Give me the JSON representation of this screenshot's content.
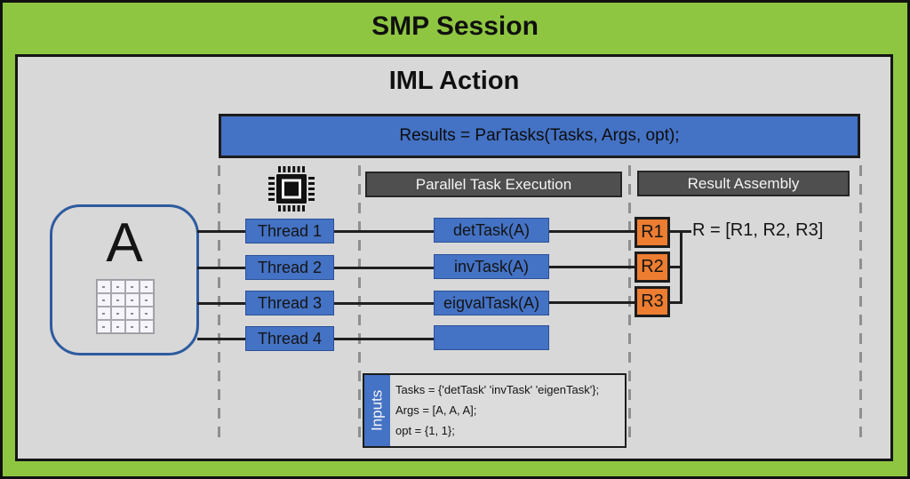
{
  "titles": {
    "session": "SMP Session",
    "action": "IML Action"
  },
  "results_bar": {
    "label": "Results = ParTasks(Tasks, Args, opt);"
  },
  "sections": {
    "parallel_label": "Parallel Task Execution",
    "assembly_label": "Result Assembly"
  },
  "matrix": {
    "label": "A"
  },
  "threads": [
    {
      "label": "Thread 1"
    },
    {
      "label": "Thread 2"
    },
    {
      "label": "Thread 3"
    },
    {
      "label": "Thread 4"
    }
  ],
  "tasks": [
    {
      "label": "detTask(A)"
    },
    {
      "label": "invTask(A)"
    },
    {
      "label": "eigvalTask(A)"
    },
    {
      "label": ""
    }
  ],
  "results": [
    {
      "label": "R1"
    },
    {
      "label": "R2"
    },
    {
      "label": "R3"
    }
  ],
  "assembly": {
    "expression": "R = [R1, R2, R3]"
  },
  "inputs": {
    "tab_label": "Inputs",
    "lines": [
      "Tasks = {'detTask' 'invTask' 'eigenTask'};",
      "Args = [A, A, A];",
      "opt = {1, 1};"
    ]
  },
  "icons": {
    "cpu": "cpu-chip-icon"
  },
  "colors": {
    "green": "#8ec641",
    "blue": "#4472c4",
    "orange": "#ed7d31",
    "header_gray": "#4f4f4f",
    "panel_gray": "#d8d8d8",
    "line_black": "#1f1f1f"
  }
}
